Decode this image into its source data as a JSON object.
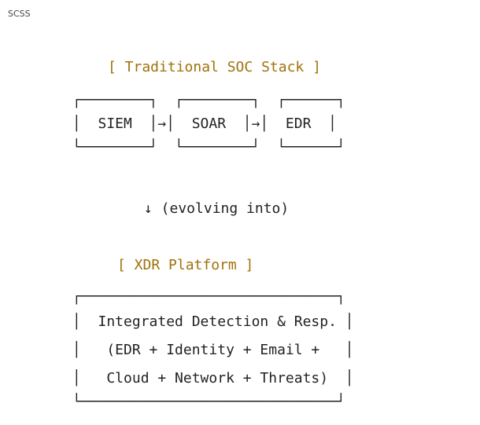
{
  "code_block": {
    "language": "SCSS"
  },
  "diagram": {
    "top_heading": "[ Traditional SOC Stack ]",
    "stack_box_top": "┌────────┐  ┌────────┐  ┌──────┐",
    "stack_row": "│  SIEM  │→│  SOAR  │→│  EDR  │",
    "stack_box_bottom": "└────────┘  └────────┘  └──────┘",
    "transition": "↓ (evolving into)",
    "bottom_heading": "[ XDR Platform ]",
    "platform_top": "┌──────────────────────────────┐",
    "platform_line_1": "│  Integrated Detection & Resp. │",
    "platform_line_2": "│   (EDR + Identity + Email +   │",
    "platform_line_3": "│   Cloud + Network + Threats)  │",
    "platform_bottom": "└──────────────────────────────┘"
  }
}
